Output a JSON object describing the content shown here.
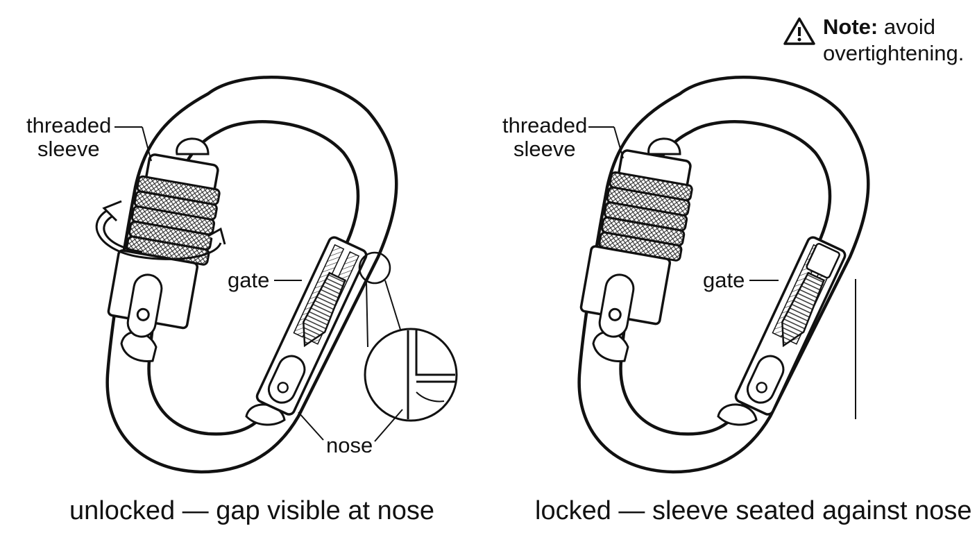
{
  "left": {
    "sleeve_label_line1": "threaded",
    "sleeve_label_line2": "sleeve",
    "gate_label": "gate",
    "nose_label": "nose",
    "caption": "unlocked — gap visible at nose"
  },
  "right": {
    "sleeve_label_line1": "threaded",
    "sleeve_label_line2": "sleeve",
    "gate_label": "gate",
    "caption": "locked — sleeve seated against nose"
  },
  "note": {
    "icon": "warning-triangle-icon",
    "bold": "Note:",
    "line1_rest": " avoid",
    "line2": "overtightening."
  }
}
